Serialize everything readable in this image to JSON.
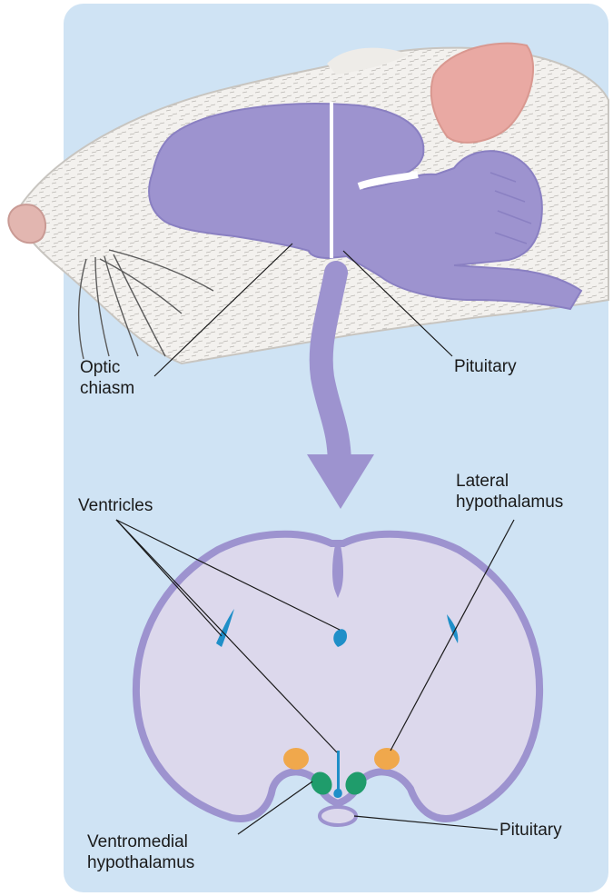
{
  "colors": {
    "panel_background": "#cfe3f4",
    "fur": "#f3f1ee",
    "brain": "#9d93cf",
    "brain_outline": "#8a80c2",
    "section_fill": "#dcd8ec",
    "ventricle": "#1f8fc8",
    "lateral_hypothalamus": "#f0a84c",
    "ventromedial_hypothalamus": "#1f9c6b",
    "ear": "#e9a9a3",
    "nose": "#e2b6b0"
  },
  "labels": {
    "optic_chiasm": [
      "Optic",
      "chiasm"
    ],
    "pituitary_top": "Pituitary",
    "ventricles": "Ventricles",
    "lateral_hypothalamus": [
      "Lateral",
      "hypothalamus"
    ],
    "pituitary_bottom": "Pituitary",
    "ventromedial_hypothalamus": [
      "Ventromedial",
      "hypothalamus"
    ]
  }
}
